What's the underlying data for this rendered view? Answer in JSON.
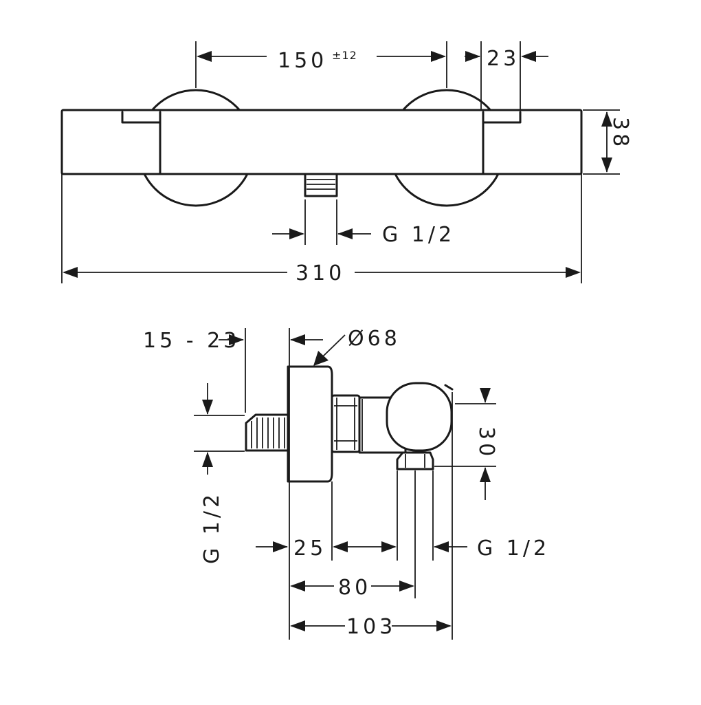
{
  "diagram": {
    "top_view": {
      "dim_spacing": "150",
      "dim_spacing_tol": "±12",
      "dim_lever_width": "23",
      "dim_height": "38",
      "dim_outlet": "G 1/2",
      "dim_total_length": "310"
    },
    "side_view": {
      "dim_eccentric_range": "15 - 23",
      "dim_diameter": "Ø68",
      "dim_inlet_thread": "G 1/2",
      "dim_body_height": "30",
      "dim_flange_depth": "25",
      "dim_outlet_thread": "G 1/2",
      "dim_outlet_center": "80",
      "dim_total_depth": "103"
    }
  }
}
